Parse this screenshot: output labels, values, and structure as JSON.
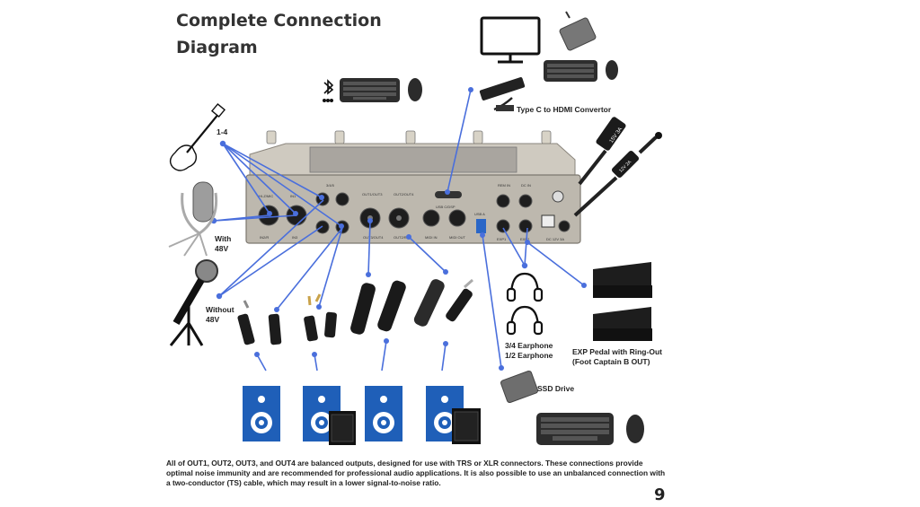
{
  "title_line1": "Complete Connection",
  "title_line2": "Diagram",
  "labels": {
    "guitar_channels": "1-4",
    "with_48v_line1": "With",
    "with_48v_line2": "48V",
    "without_48v_line1": "Without",
    "without_48v_line2": "48V",
    "hdmi_convertor": "Type C to HDMI Convertor",
    "earphone_34": "3/4 Earphone",
    "earphone_12": "1/2 Earphone",
    "exp_pedal_line1": "EXP Pedal with Ring-Out",
    "exp_pedal_line2": "(Foot Captain B OUT)",
    "ssd_drive": "SSD Drive"
  },
  "device_ports": {
    "row1": [
      "HI-Z/MIC",
      "IN1",
      "3/4/5",
      "OUT1/OUT3",
      "OUT2/OUT4",
      "USB C/DSP",
      "REM IN",
      "DC IN"
    ],
    "row2": [
      "IN2/R",
      "IN3",
      "OUT3/OUT4",
      "OUT2/R",
      "MIDI IN",
      "MIDI OUT",
      "USB A",
      "EXP1",
      "EXP2",
      "DC 12V 3A/30W"
    ]
  },
  "adapter_labels": {
    "power_a": "12V 2A",
    "power_b": "15V 3A"
  },
  "footer_text": "All of OUT1, OUT2, OUT3, and OUT4 are balanced outputs, designed for use with TRS or XLR connectors. These connections provide optimal noise immunity and are recommended for professional audio applications. It is also possible to use an unbalanced connection with a two-conductor (TS) cable, which may result in a lower signal-to-noise ratio.",
  "page_number": "9",
  "colors": {
    "connector_line": "#4a6fdc",
    "speaker_blue": "#1f5fb8",
    "device_body": "#bdb8ae",
    "text": "#222222"
  },
  "icons": [
    "bluetooth-icon",
    "keyboard-icon",
    "mouse-icon",
    "monitor-icon",
    "ssd-icon",
    "guitar-icon",
    "microphone-icon",
    "headphones-icon",
    "expression-pedal-icon",
    "speaker-icon",
    "amp-icon",
    "xlr-cable-icon",
    "jack-cable-icon"
  ]
}
